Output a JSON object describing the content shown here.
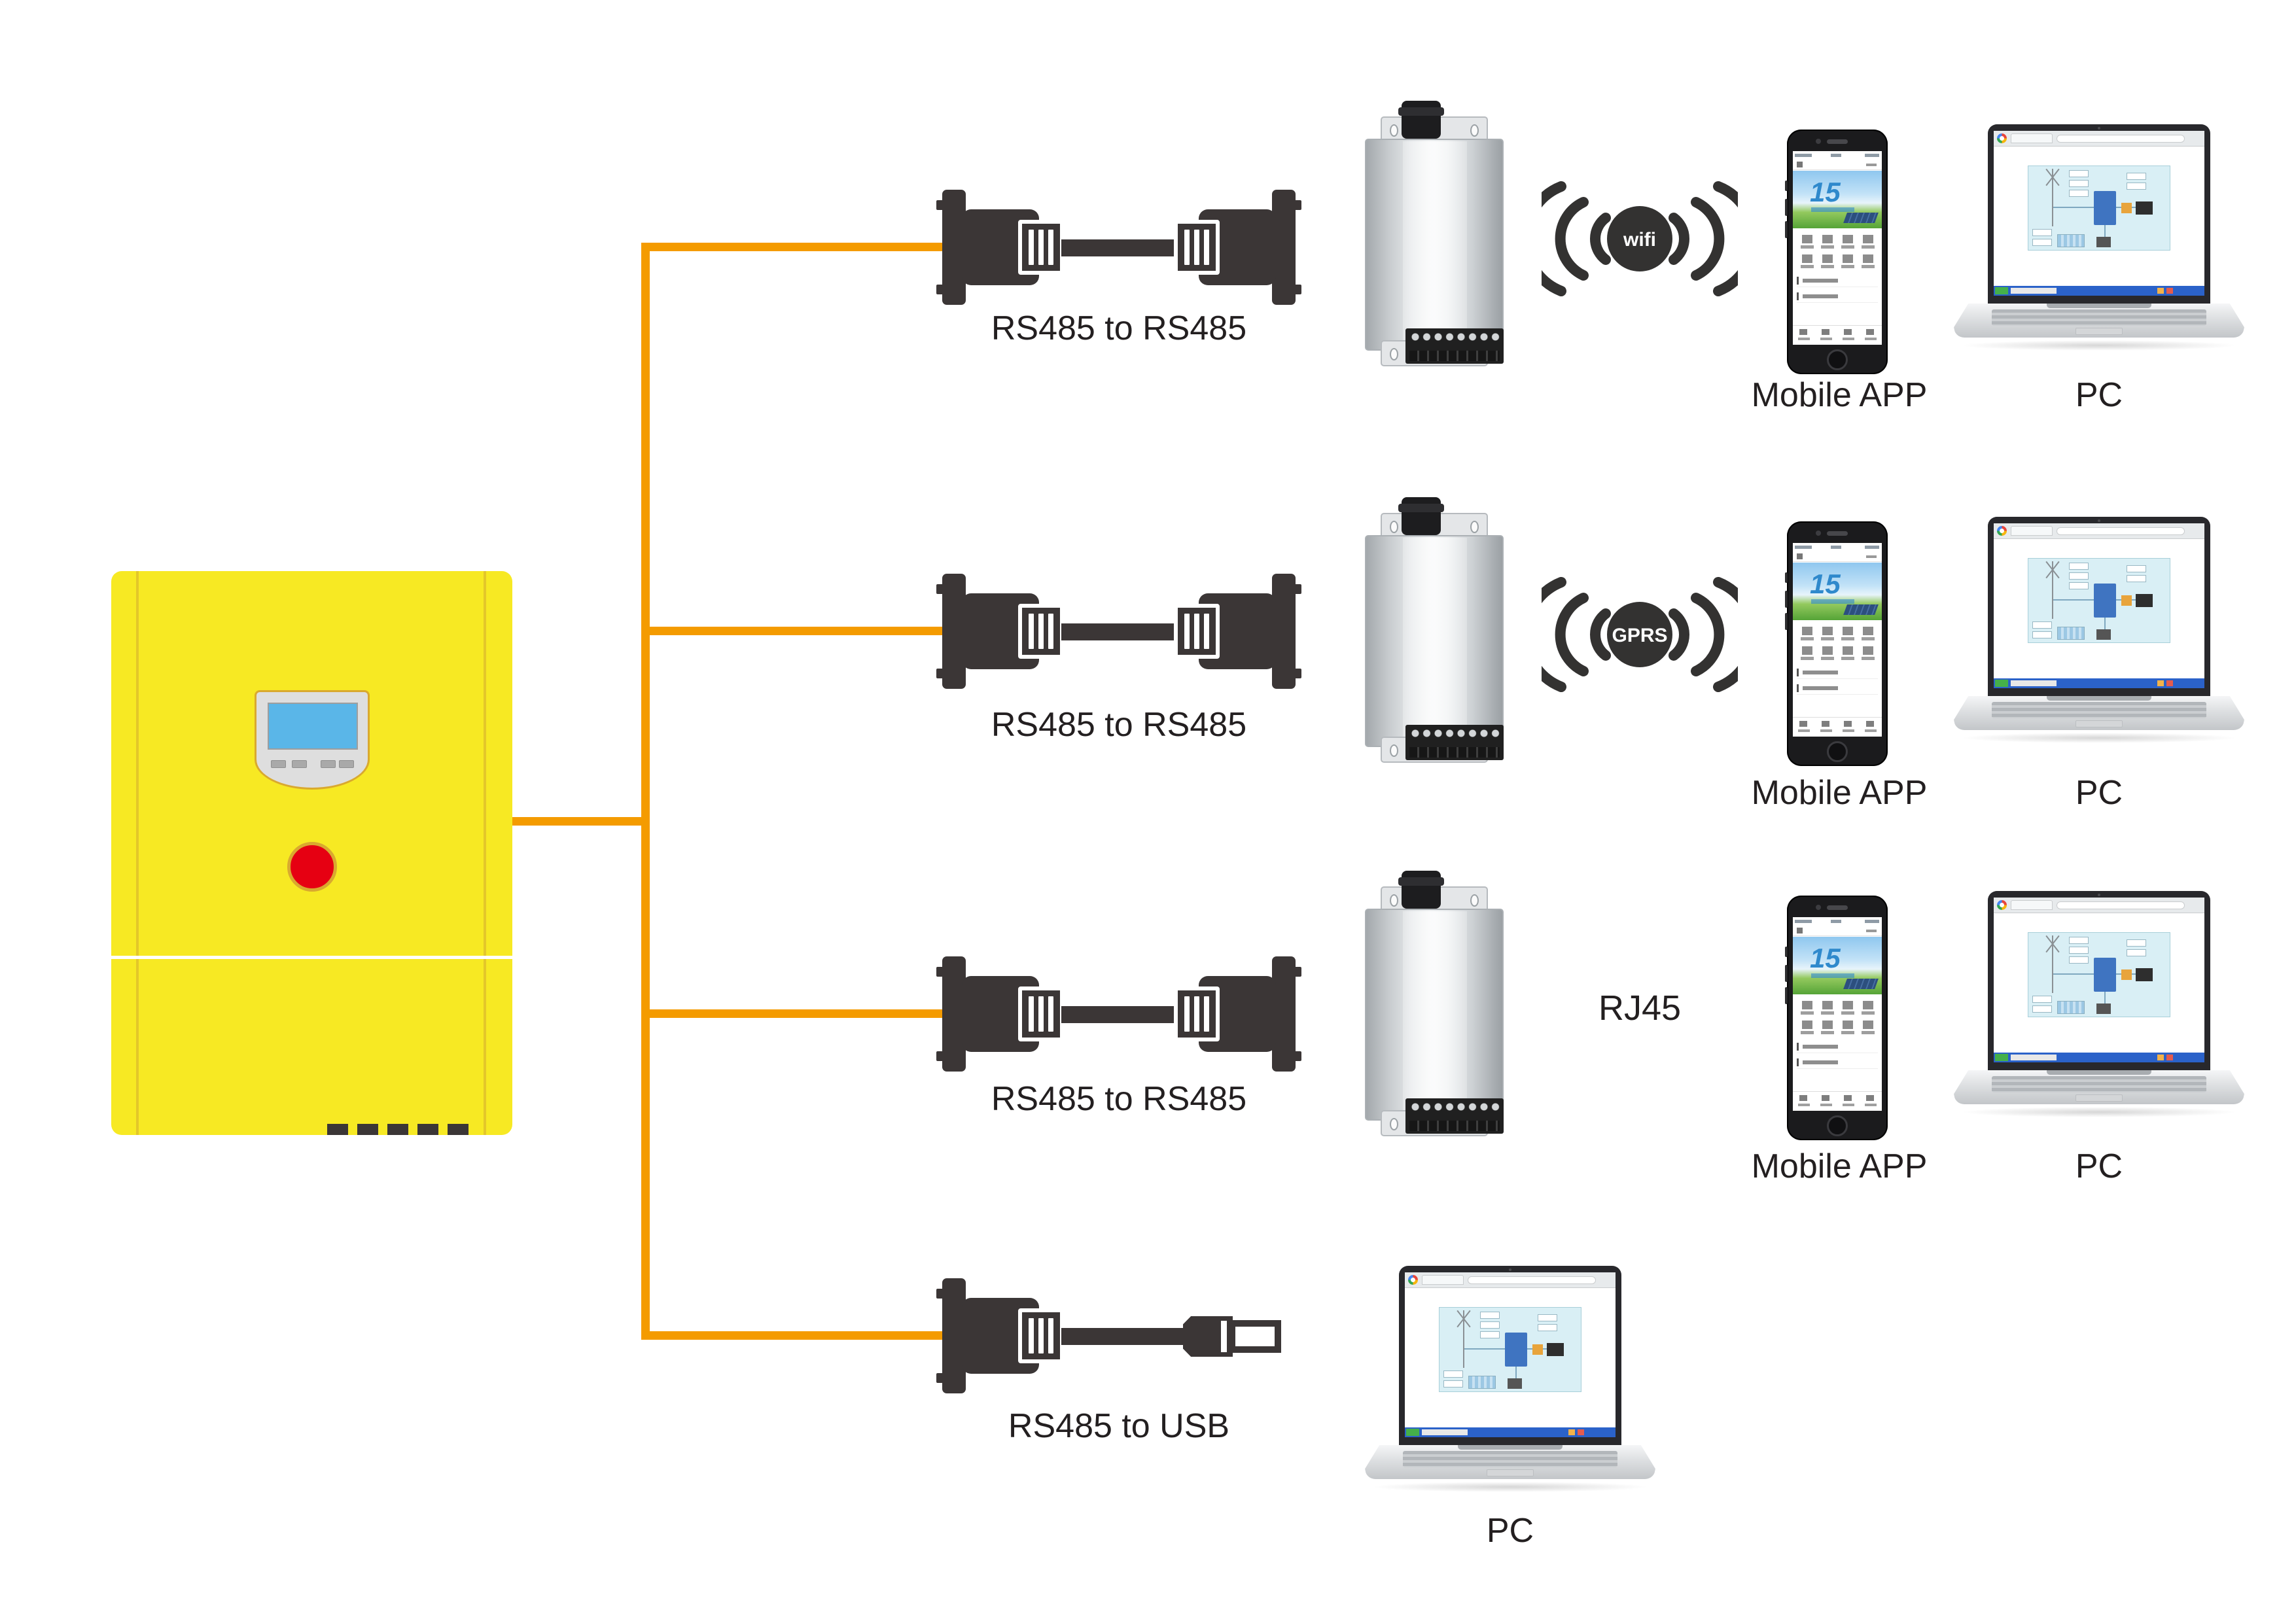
{
  "colors": {
    "accent_orange": "#F49B00",
    "controller_yellow": "#F7E923",
    "button_red": "#E60012",
    "cable_dark": "#3B3636",
    "lcd_blue": "#5AB6E8",
    "icon_dark": "#333231"
  },
  "rows": [
    {
      "cable_label": "RS485 to RS485",
      "link_label": "wifi",
      "phone_label": "Mobile APP",
      "pc_label": "PC"
    },
    {
      "cable_label": "RS485 to RS485",
      "link_label": "GPRS",
      "phone_label": "Mobile APP",
      "pc_label": "PC"
    },
    {
      "cable_label": "RS485 to RS485",
      "link_label": "RJ45",
      "phone_label": "Mobile APP",
      "pc_label": "PC"
    },
    {
      "cable_label": "RS485 to USB",
      "pc_label": "PC"
    }
  ],
  "phone_screen": {
    "banner_headline": "15"
  }
}
